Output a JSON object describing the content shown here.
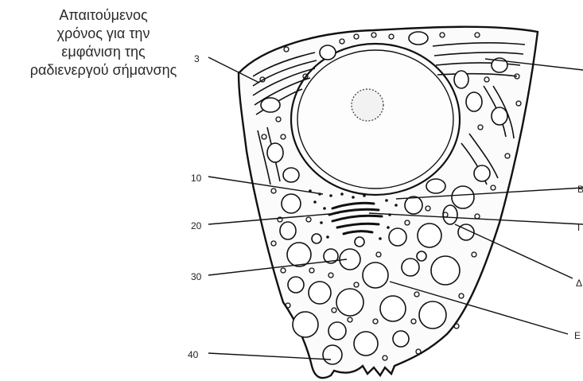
{
  "caption": {
    "lines": [
      "Απαιτούμενος",
      "χρόνος για την",
      "εμφάνιση της",
      "ραδιενεργού σήμανσης"
    ]
  },
  "time_labels": [
    "3",
    "10",
    "20",
    "30",
    "40"
  ],
  "structure_labels": [
    "Β",
    "Γ",
    "Δ",
    "Ε"
  ]
}
